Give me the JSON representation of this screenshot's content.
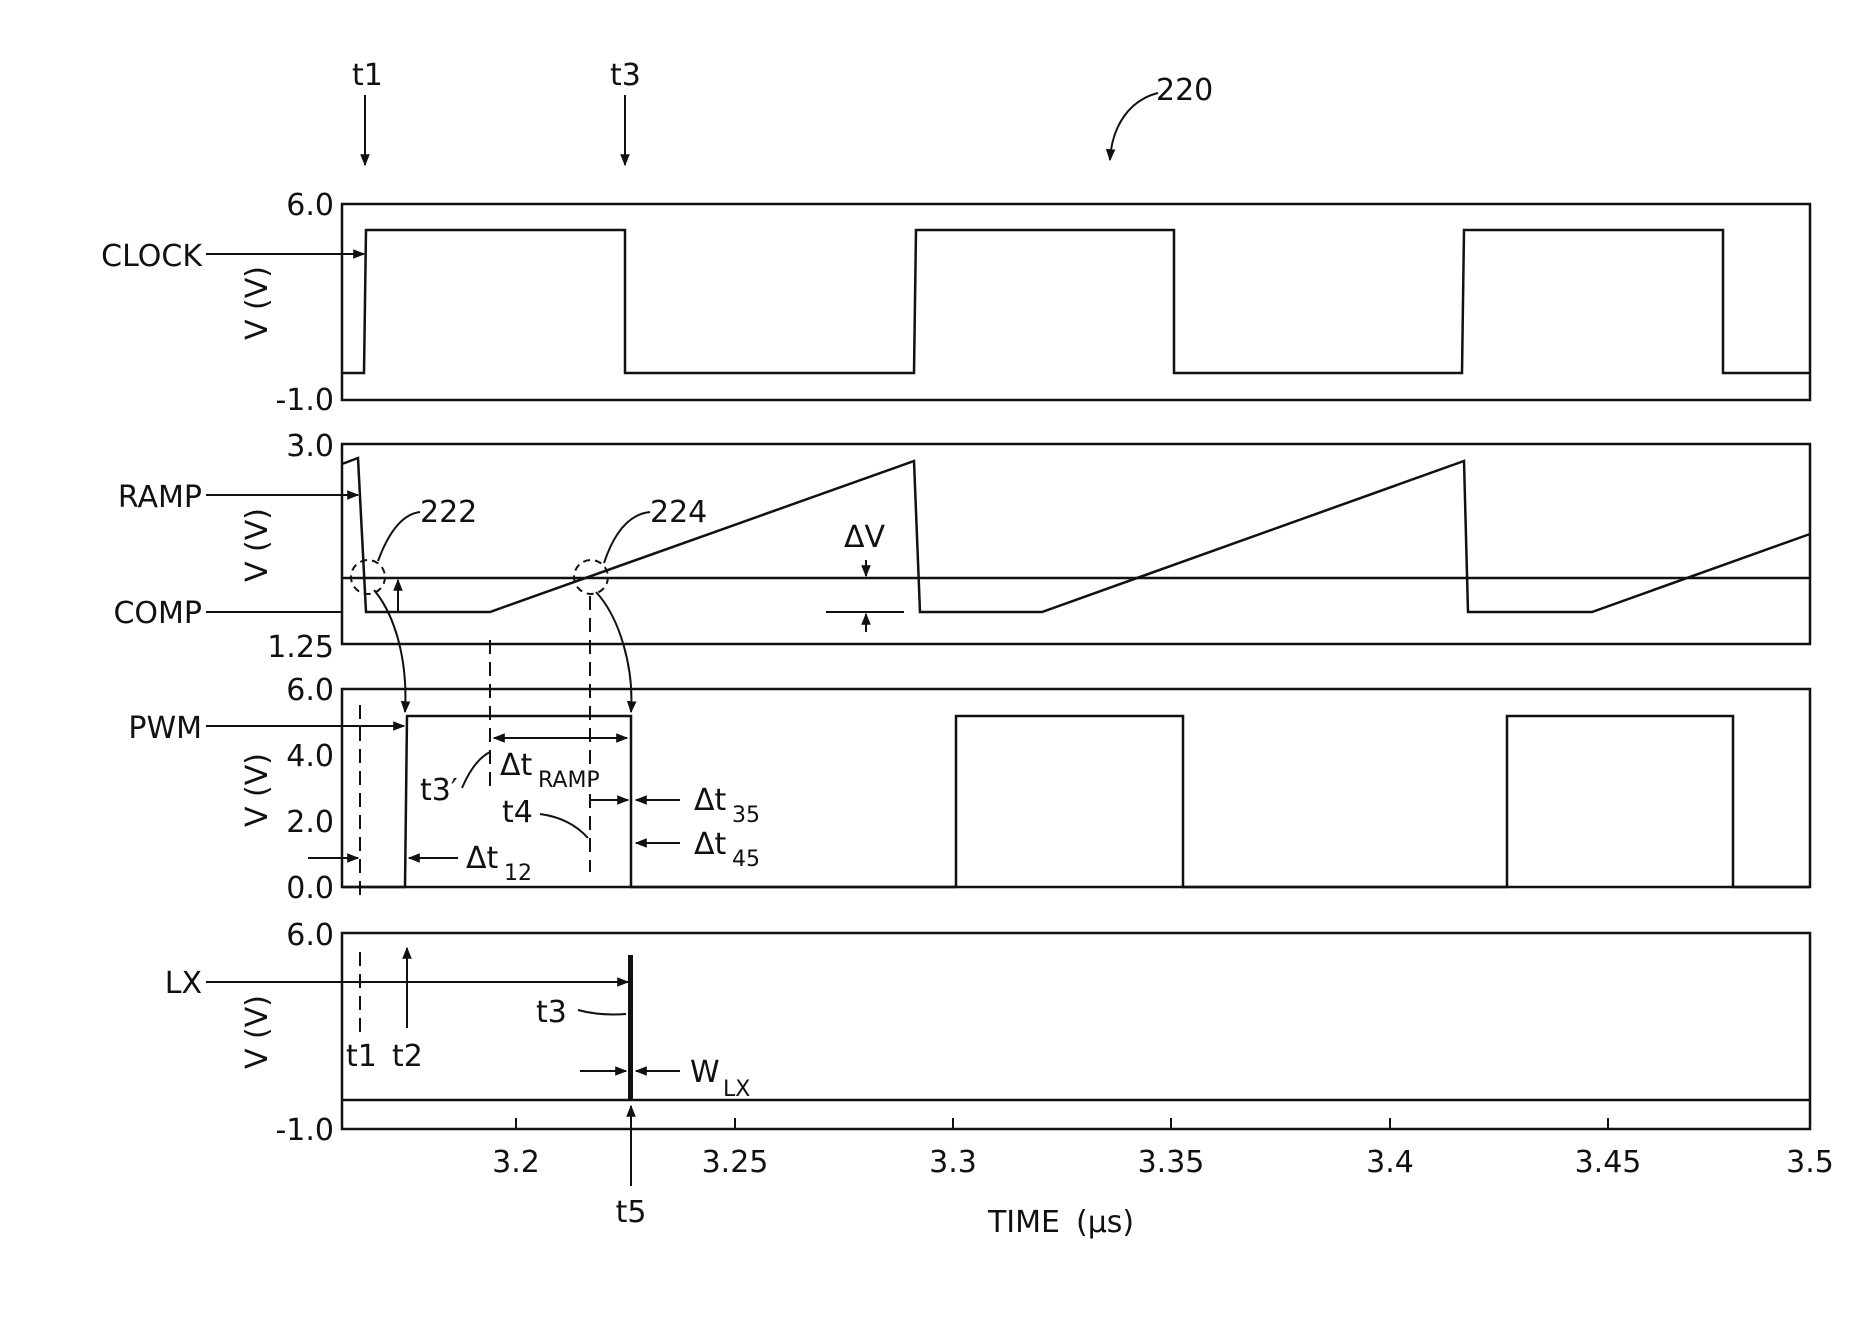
{
  "figure_ref": "220",
  "top_markers": [
    "t1",
    "t3"
  ],
  "x_axis": {
    "label": "TIME",
    "unit": "(μs)",
    "ticks": [
      "3.2",
      "3.25",
      "3.3",
      "3.35",
      "3.4",
      "3.45",
      "3.5"
    ]
  },
  "panels": [
    {
      "y_label": "V (V)",
      "y_ticks": [
        "6.0",
        "-1.0"
      ],
      "signals": [
        "CLOCK"
      ]
    },
    {
      "y_label": "V (V)",
      "y_ticks": [
        "3.0",
        "1.25"
      ],
      "signals": [
        "RAMP",
        "COMP"
      ]
    },
    {
      "y_label": "V (V)",
      "y_ticks": [
        "6.0",
        "4.0",
        "2.0",
        "0.0"
      ],
      "signals": [
        "PWM"
      ]
    },
    {
      "y_label": "V (V)",
      "y_ticks": [
        "6.0",
        "-1.0"
      ],
      "signals": [
        "LX"
      ]
    }
  ],
  "annotations": {
    "circle_222": "222",
    "circle_224": "224",
    "delta_v": "ΔV",
    "dt_ramp": "Δt",
    "dt_ramp_sub": "RAMP",
    "dt12": "Δt",
    "dt12_sub": "12",
    "dt35": "Δt",
    "dt35_sub": "35",
    "dt45": "Δt",
    "dt45_sub": "45",
    "t3_prime": "t3′",
    "t4": "t4",
    "t1_low": "t1",
    "t2_low": "t2",
    "t3_low": "t3",
    "wlx": "W",
    "wlx_sub": "LX",
    "t5": "t5"
  }
}
